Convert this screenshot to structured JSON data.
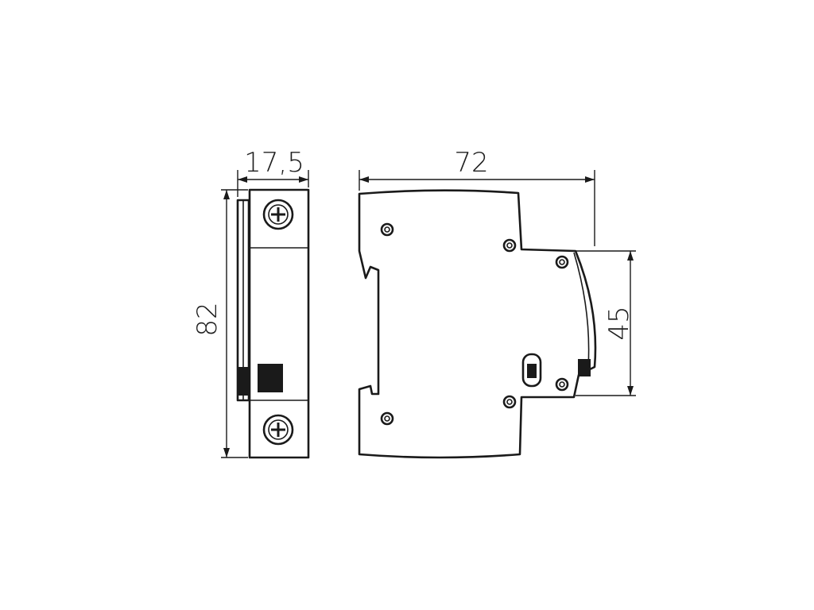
{
  "dimensions": {
    "front_width": "17,5",
    "front_height": "82",
    "side_width": "72",
    "side_depth": "45"
  }
}
